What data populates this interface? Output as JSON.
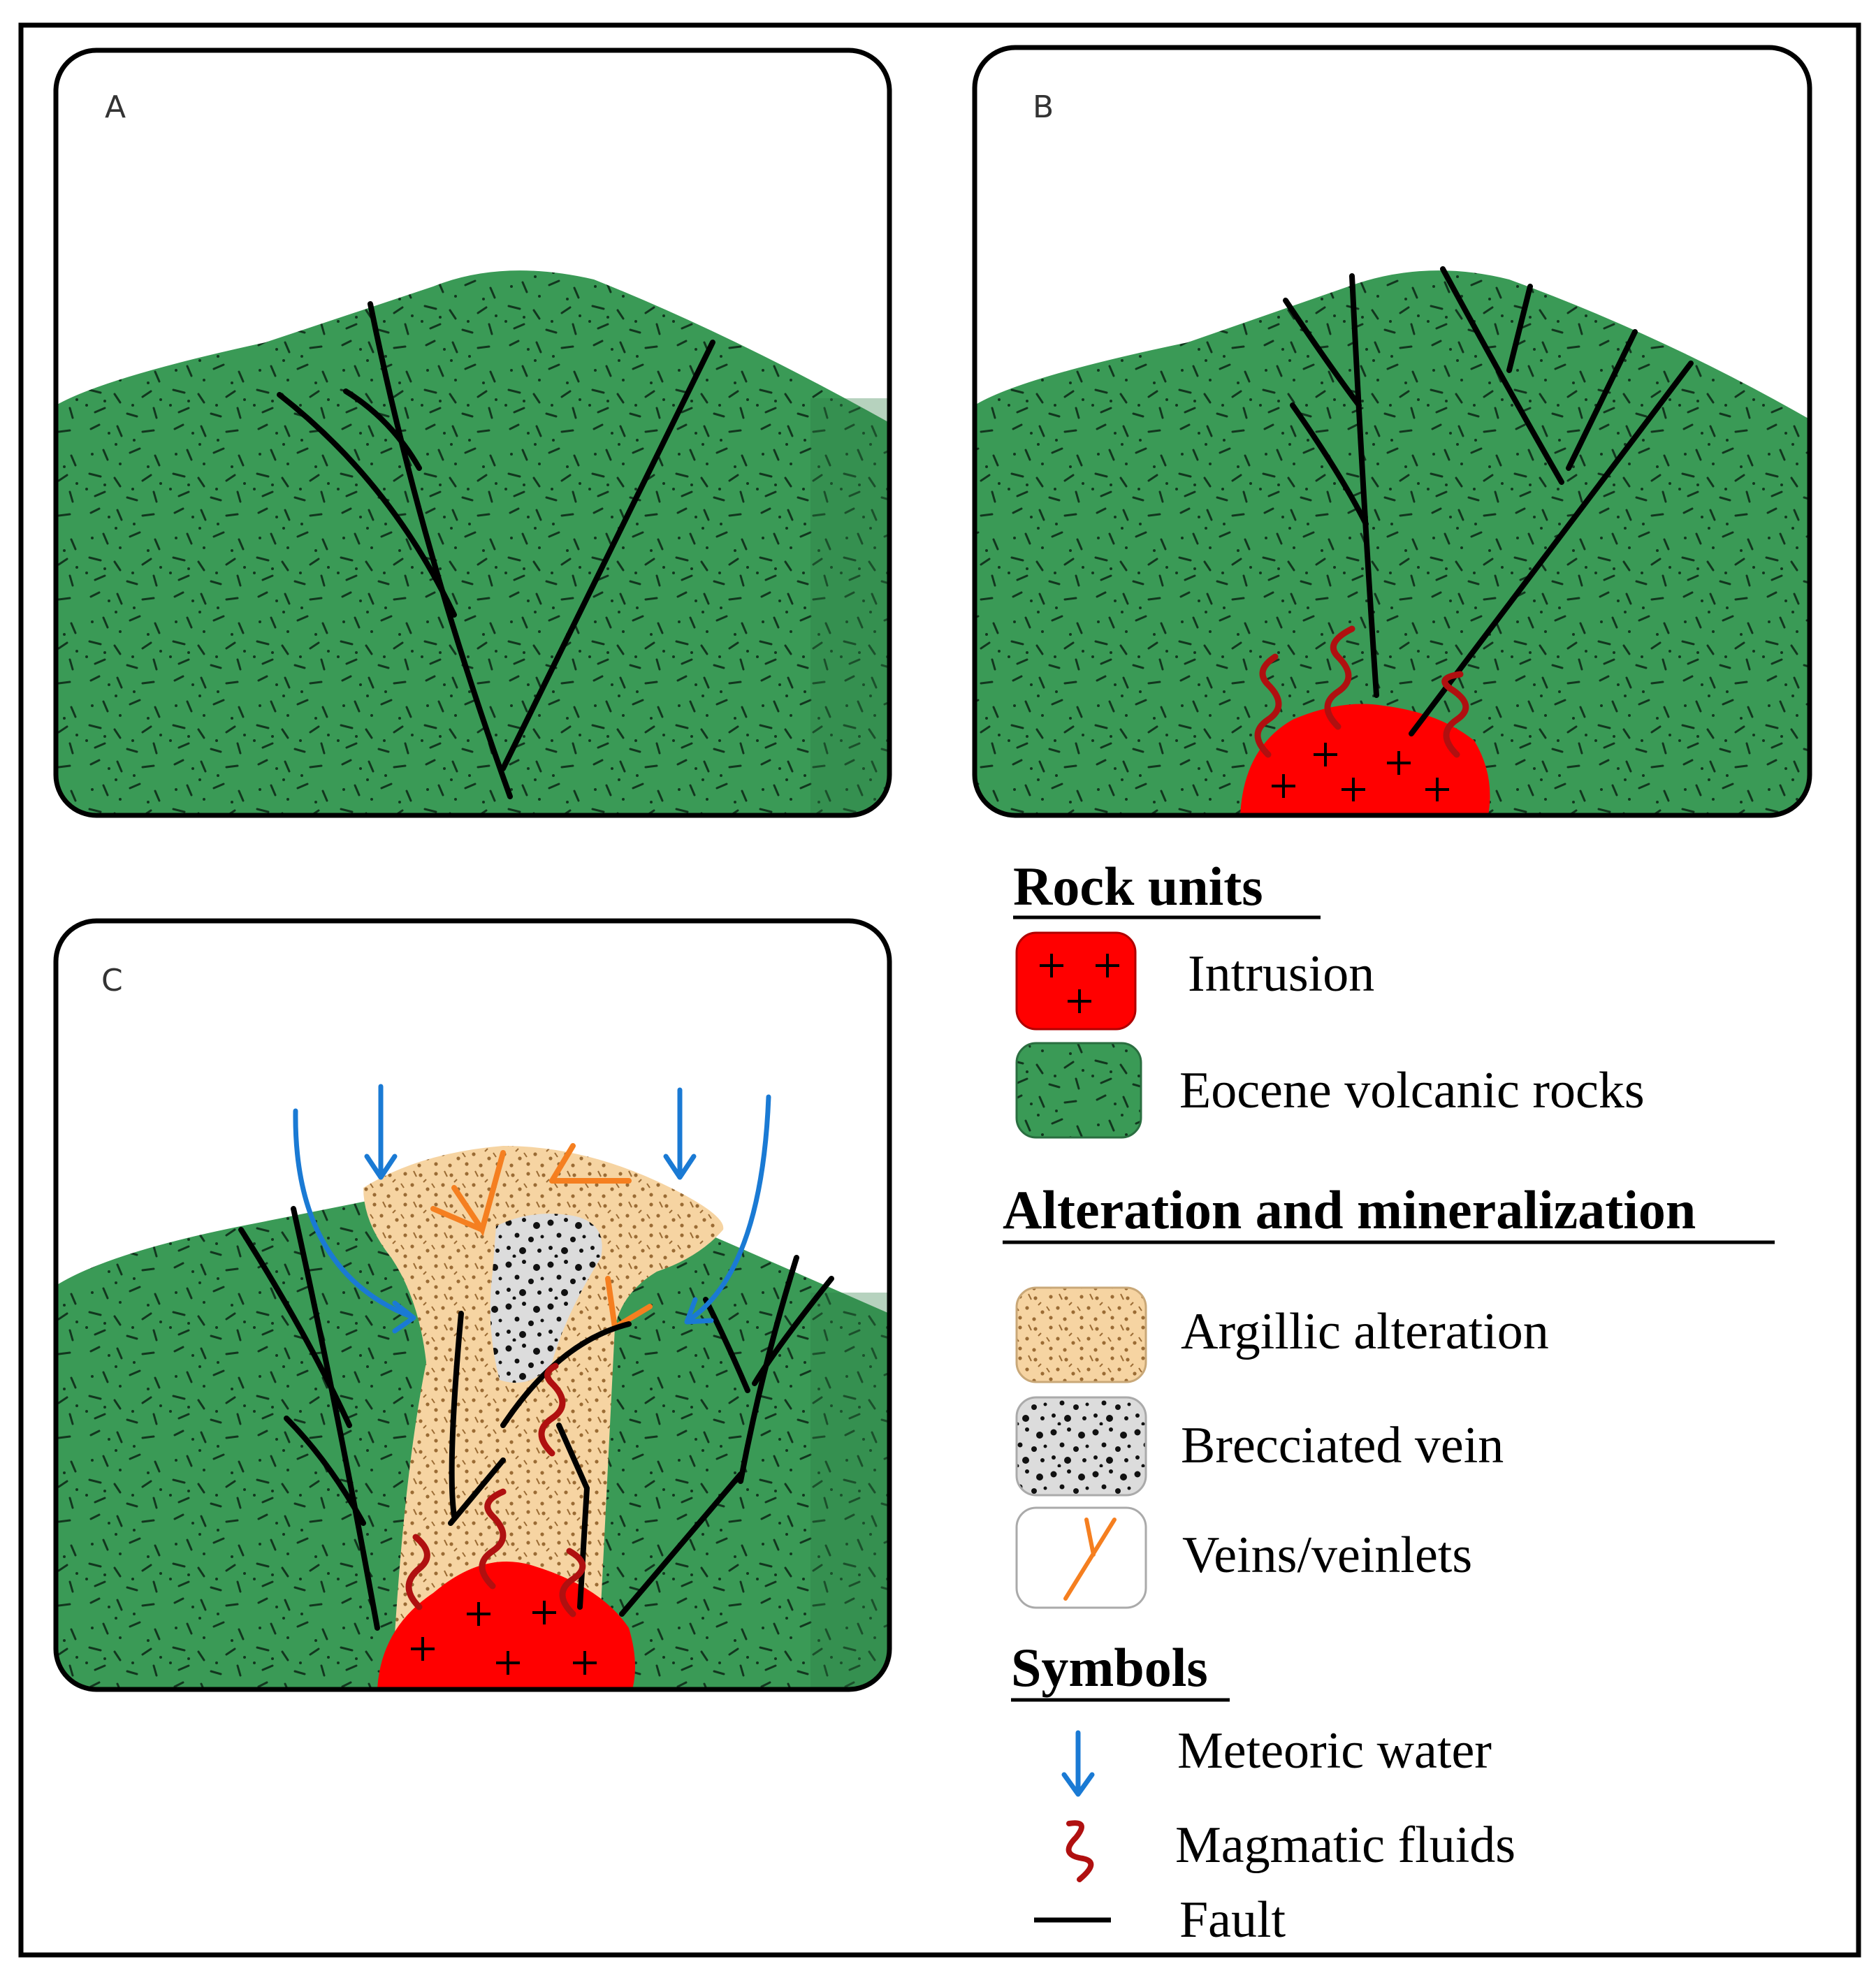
{
  "panels": [
    {
      "letter": "A"
    },
    {
      "letter": "B"
    },
    {
      "letter": "C"
    }
  ],
  "legend": {
    "rock_units": {
      "heading": "Rock units",
      "items": [
        {
          "label": "Intrusion",
          "color": "#ff0000"
        },
        {
          "label": "Eocene volcanic rocks",
          "color": "#3a9a56"
        }
      ]
    },
    "alteration": {
      "heading": "Alteration and mineralization",
      "items": [
        {
          "label": "Argillic alteration",
          "color": "#f6d4a2"
        },
        {
          "label": "Brecciated vein",
          "color": "#dcdcdc"
        },
        {
          "label": "Veins/veinlets",
          "color": "#f57f20"
        }
      ]
    },
    "symbols": {
      "heading": "Symbols",
      "items": [
        {
          "label": "Meteoric water",
          "icon": "blue-arrow-down-icon",
          "color": "#1a7ad4"
        },
        {
          "label": "Magmatic fluids",
          "icon": "red-squiggle-icon",
          "color": "#b01010"
        },
        {
          "label": "Fault",
          "icon": "black-line-icon",
          "color": "#000000"
        }
      ]
    }
  },
  "colors": {
    "volcanic": "#3a9a56",
    "intrusion": "#ff0000",
    "argillic": "#f6d4a2",
    "breccia": "#dcdcdc",
    "vein": "#f57f20",
    "meteoric": "#1a7ad4",
    "magmatic": "#b01010",
    "fault": "#000000"
  }
}
